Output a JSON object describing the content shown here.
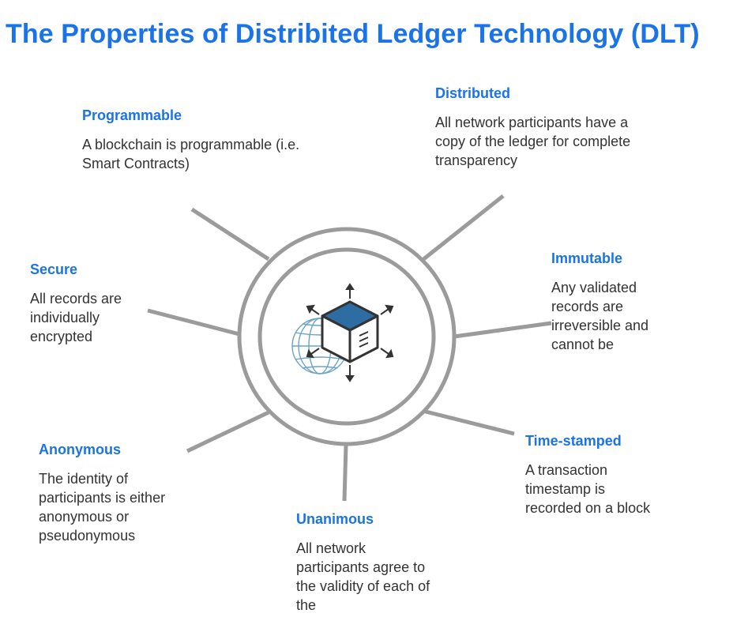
{
  "title": "The Properties of Distribited Ledger Technology (DLT)",
  "colors": {
    "heading": "#1a73e8",
    "body_text": "#333333",
    "lines": "#9b9b9b",
    "cube_top": "#2e6da4",
    "globe": "#6ca3c8"
  },
  "center_icon": "blockchain-cube-globe-icon",
  "properties": {
    "programmable": {
      "title": "Programmable",
      "desc": "A blockchain is programmable (i.e. Smart Contracts)"
    },
    "distributed": {
      "title": "Distributed",
      "desc": "All network participants have a copy of the ledger for complete transparency"
    },
    "immutable": {
      "title": "Immutable",
      "desc": "Any validated records are irreversible and cannot be"
    },
    "secure": {
      "title": "Secure",
      "desc": "All records are individually encrypted"
    },
    "timestamped": {
      "title": "Time-stamped",
      "desc": "A transaction timestamp is recorded on a block"
    },
    "anonymous": {
      "title": "Anonymous",
      "desc": "The identity of participants is either anonymous or pseudonymous"
    },
    "unanimous": {
      "title": "Unanimous",
      "desc": "All network participants agree to the validity of each of the"
    }
  }
}
